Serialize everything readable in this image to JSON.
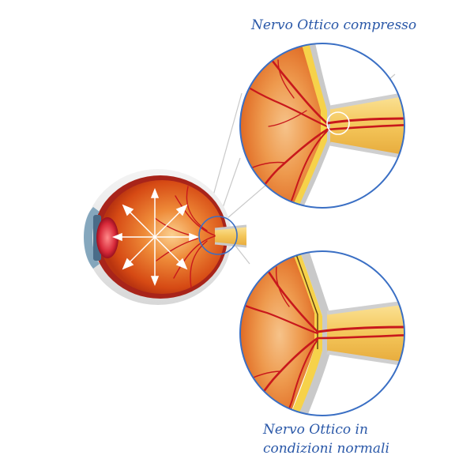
{
  "labels": {
    "top": "Nervo Ottico compresso",
    "bottom_line1": "Nervo Ottico in",
    "bottom_line2": "condizioni normali"
  },
  "colors": {
    "label_text": "#2a58a8",
    "circle_outline": "#3a6fc4",
    "retina": "#e8742e",
    "nerve": "#f2c45a",
    "vessel": "#c8181c",
    "sclera": "#e9e9e9"
  },
  "icons": {
    "eye": "eyeball-cross-section-icon",
    "detail_compressed": "compressed-optic-nerve-detail-icon",
    "detail_normal": "normal-optic-nerve-detail-icon"
  }
}
